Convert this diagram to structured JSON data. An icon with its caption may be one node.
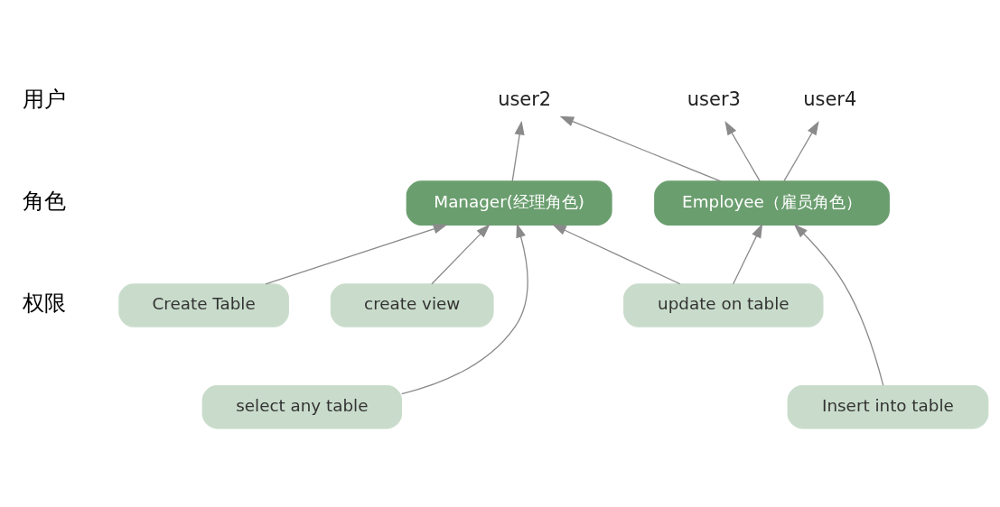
{
  "diagram": {
    "nodes": [
      {
        "text": [
          "user2"
        ]
      },
      {
        "text": [
          "user3"
        ]
      },
      {
        "text": [
          "user4"
        ]
      },
      {
        "text": [
          "Manager(经理角色)"
        ]
      },
      {
        "text": [
          "Employee（雇员角色）"
        ]
      },
      {
        "text": [
          "Create Table"
        ]
      },
      {
        "text": [
          "create view"
        ]
      },
      {
        "text": [
          "update on table"
        ]
      },
      {
        "text": [
          "select any table"
        ]
      },
      {
        "text": [
          "Insert into table"
        ]
      }
    ],
    "edges": [
      {
        "from": 3,
        "to": 0,
        "arrow": "to"
      },
      {
        "from": 4,
        "to": 0,
        "arrow": "to"
      },
      {
        "from": 4,
        "to": 1,
        "arrow": "to"
      },
      {
        "from": 4,
        "to": 2,
        "arrow": "to"
      },
      {
        "from": 5,
        "to": 3,
        "arrow": "to"
      },
      {
        "from": 8,
        "to": 3,
        "arrow": "to"
      },
      {
        "from": 6,
        "to": 3,
        "arrow": "to"
      },
      {
        "from": 7,
        "to": 3,
        "arrow": "to"
      },
      {
        "from": 9,
        "to": 4,
        "arrow": "to"
      },
      {
        "from": 7,
        "to": 4,
        "arrow": "to"
      }
    ],
    "labels": [
      "用户",
      "角色",
      "权限"
    ]
  }
}
